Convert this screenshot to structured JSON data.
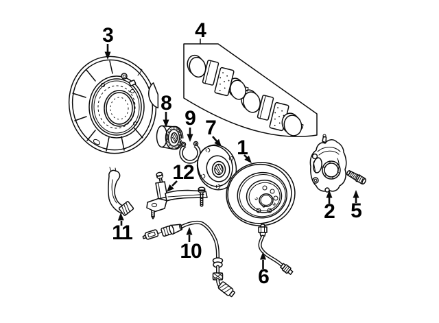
{
  "diagram": {
    "background_color": "#ffffff",
    "line_color": "#0a0a0a",
    "callouts": {
      "c1": "1",
      "c2": "2",
      "c3": "3",
      "c4": "4",
      "c5": "5",
      "c6": "6",
      "c7": "7",
      "c8": "8",
      "c9": "9",
      "c10": "10",
      "c11": "11",
      "c12": "12"
    }
  }
}
